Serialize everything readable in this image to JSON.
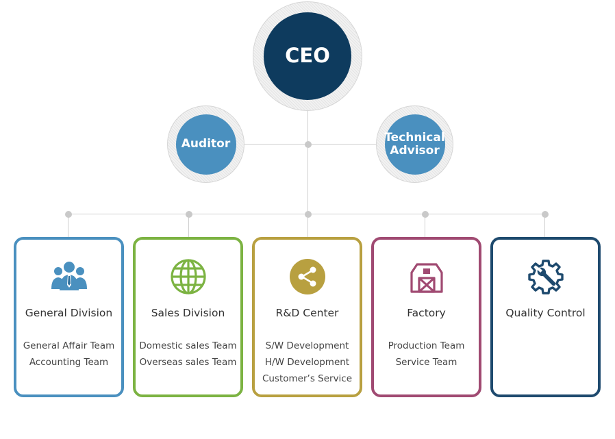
{
  "ceo": {
    "label": "CEO",
    "color": "#0e3b5e"
  },
  "auditor": {
    "label": "Auditor",
    "color": "#4a90bf"
  },
  "advisor": {
    "label_line1": "Technical",
    "label_line2": "Advisor",
    "color": "#4a90bf"
  },
  "divisions": [
    {
      "title": "General Division",
      "teams": [
        "General Affair Team",
        "Accounting Team"
      ],
      "color": "#4a90bf",
      "icon": "people-icon"
    },
    {
      "title": "Sales Division",
      "teams": [
        "Domestic sales Team",
        "Overseas sales Team"
      ],
      "color": "#7cb342",
      "icon": "globe-icon"
    },
    {
      "title": "R&D Center",
      "teams": [
        "S/W Development",
        "H/W Development",
        "Customer’s Service"
      ],
      "color": "#b8a040",
      "icon": "share-icon"
    },
    {
      "title": "Factory",
      "teams": [
        "Production Team",
        "Service Team"
      ],
      "color": "#a04a72",
      "icon": "barn-icon"
    },
    {
      "title": "Quality Control",
      "teams": [],
      "color": "#1e4a6e",
      "icon": "gear-wrench-icon"
    }
  ]
}
